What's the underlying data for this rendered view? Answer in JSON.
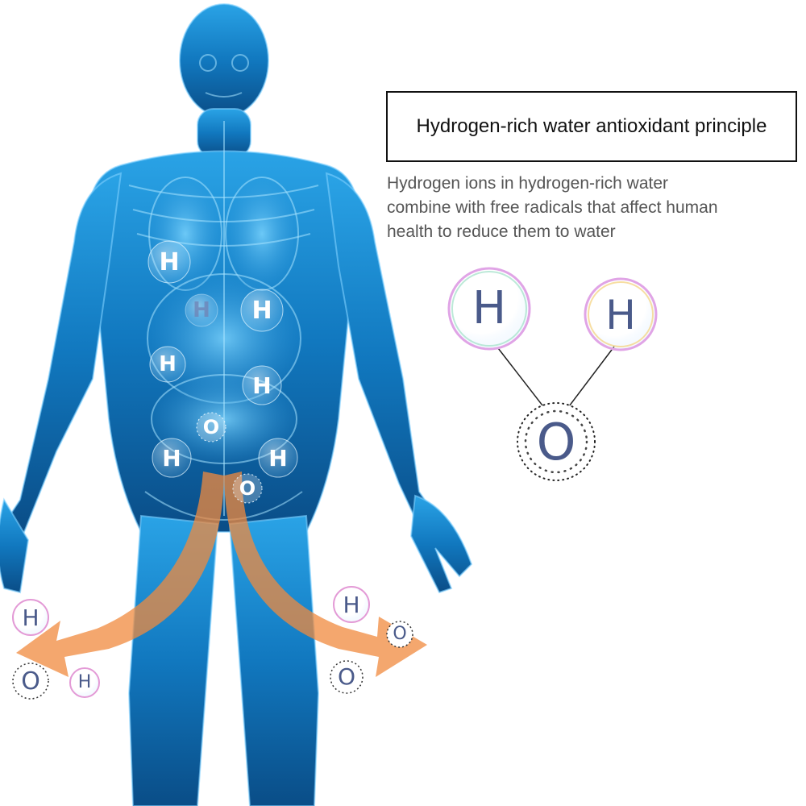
{
  "title": "Hydrogen-rich water antioxidant principle",
  "description": {
    "lines": [
      "Hydrogen ions in hydrogen-rich water",
      "combine with free radicals that affect human",
      "health to reduce them to water"
    ]
  },
  "molecule": {
    "hydrogen_left": "H",
    "hydrogen_right": "H",
    "oxygen": "O"
  },
  "body_atoms": [
    {
      "symbol": "H"
    },
    {
      "symbol": "H"
    },
    {
      "symbol": "H"
    },
    {
      "symbol": "H"
    },
    {
      "symbol": "H"
    },
    {
      "symbol": "H"
    },
    {
      "symbol": "H"
    },
    {
      "symbol": "O"
    },
    {
      "symbol": "O"
    }
  ],
  "outflow_atoms": [
    {
      "symbol": "H"
    },
    {
      "symbol": "O"
    },
    {
      "symbol": "H"
    },
    {
      "symbol": "H"
    },
    {
      "symbol": "O"
    },
    {
      "symbol": "O"
    }
  ],
  "colors": {
    "body_glow": "#2fa8e8",
    "body_dark": "#0b4f86",
    "arrow": "#f0853a",
    "molecule_letter": "#4a5a8a",
    "text": "#555555"
  }
}
